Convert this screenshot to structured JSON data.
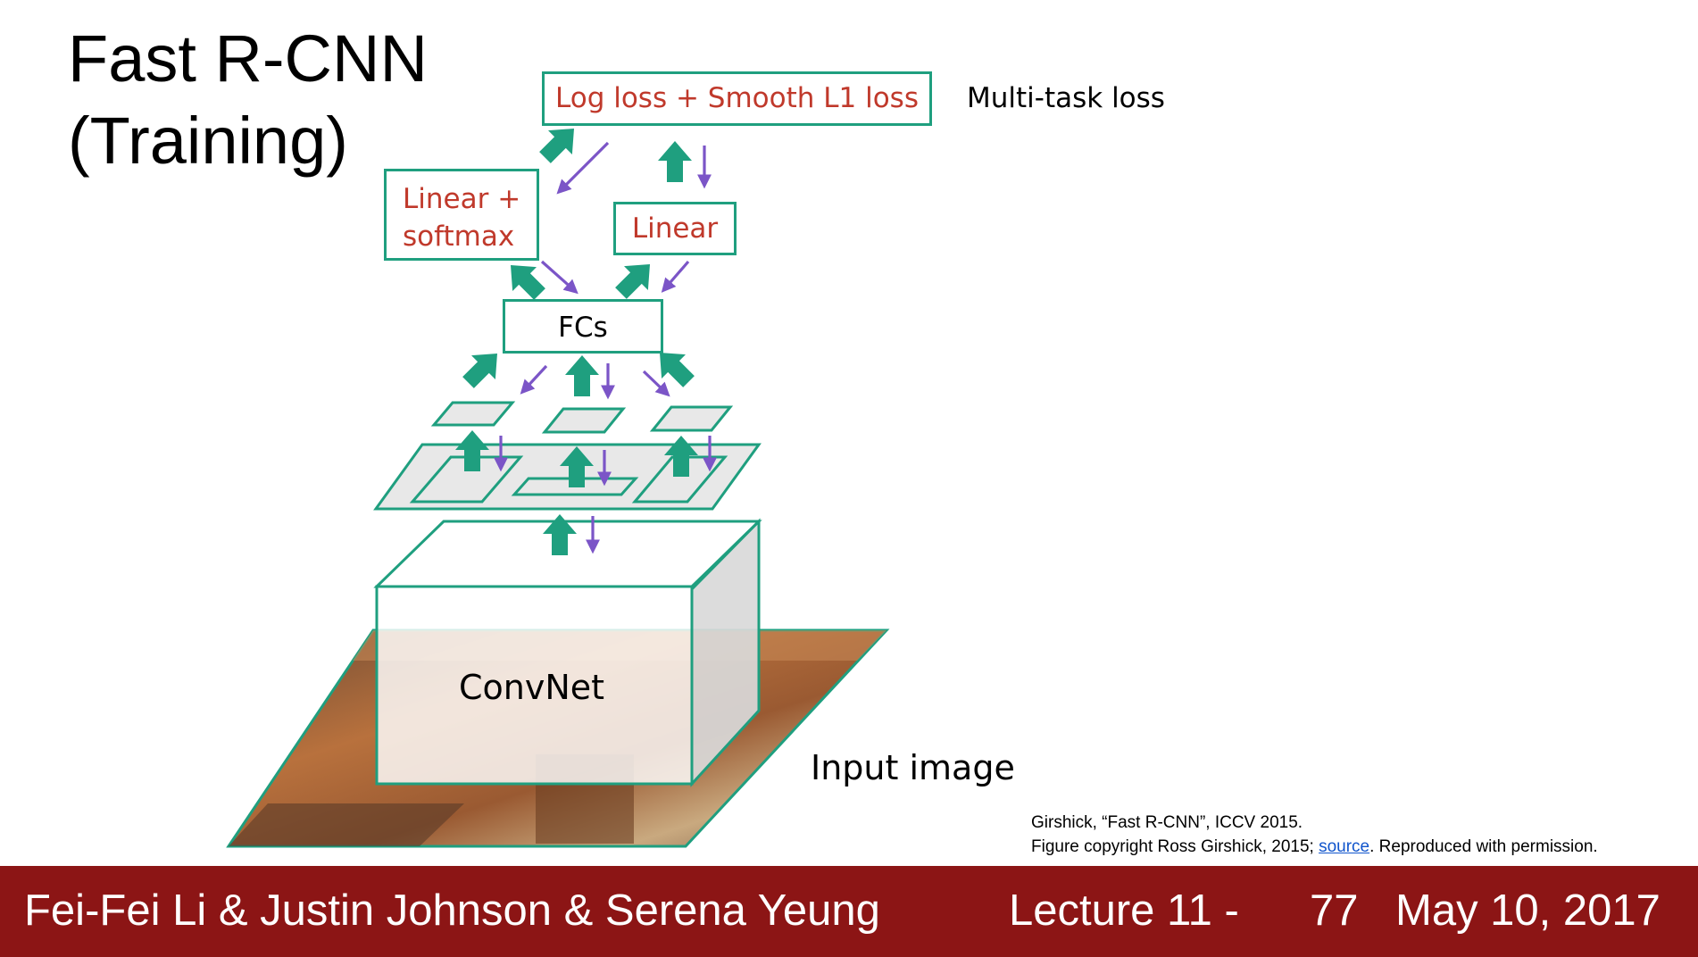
{
  "slide": {
    "title_line1": "Fast R-CNN",
    "title_line2": "(Training)"
  },
  "diagram": {
    "loss_box": "Log loss + Smooth L1 loss",
    "loss_note": "Multi-task loss",
    "cls_head_line1": "Linear +",
    "cls_head_line2": "softmax",
    "reg_head": "Linear",
    "fc_box": "FCs",
    "backbone": "ConvNet",
    "input_label": "Input image",
    "colors": {
      "box_border": "#1f9f7f",
      "forward_arrow": "#1f9f7f",
      "backward_arrow": "#7b55c7",
      "head_text": "#c0392b"
    }
  },
  "citation": {
    "line1": "Girshick, “Fast R-CNN”, ICCV 2015.",
    "line2_prefix": "Figure copyright Ross Girshick, 2015; ",
    "link_text": "source",
    "line2_suffix": ". Reproduced with permission."
  },
  "footer": {
    "authors": "Fei-Fei Li & Justin Johnson & Serena Yeung",
    "lecture": "Lecture 11 -",
    "page": "77",
    "date": "May 10, 2017",
    "background": "#8c1515"
  }
}
